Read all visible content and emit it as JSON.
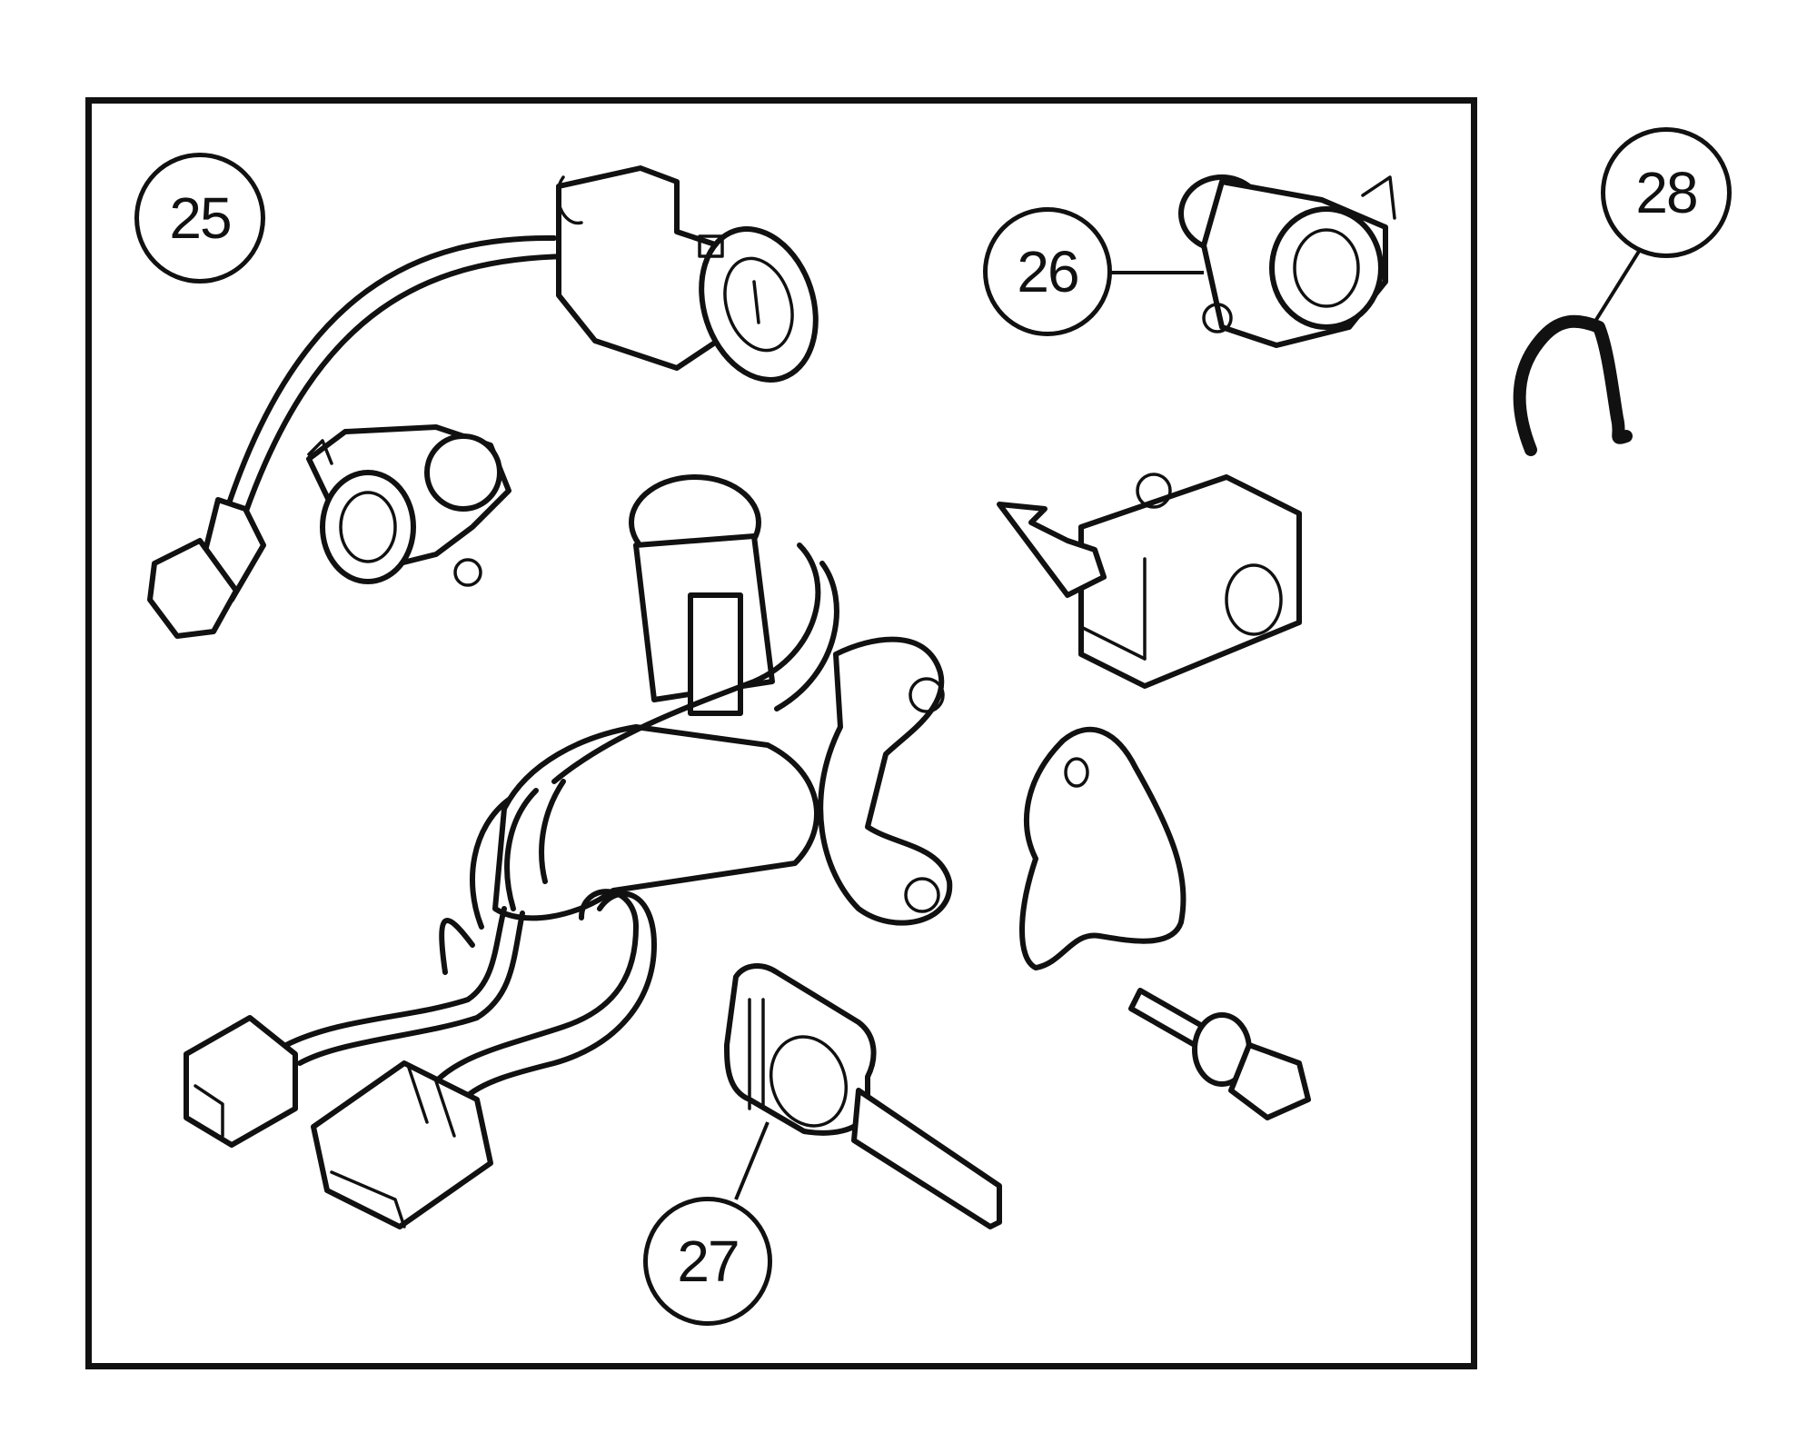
{
  "diagram": {
    "type": "exploded-parts-diagram",
    "subject": "Lock set components",
    "frame": {
      "enclosed_callout": "25"
    },
    "callouts": [
      {
        "id": "25",
        "label": "25",
        "target": "lock-set-kit (all parts in frame)"
      },
      {
        "id": "26",
        "label": "26",
        "target": "door-lock-cylinder"
      },
      {
        "id": "27",
        "label": "27",
        "target": "key"
      },
      {
        "id": "28",
        "label": "28",
        "target": "retaining-clip"
      }
    ],
    "parts": [
      "driver-door-lock-cylinder-with-harness",
      "passenger-door-lock-cylinder",
      "door-lock-cylinder-26",
      "ignition-switch-lock-with-harness",
      "glovebox-lock",
      "lock-bezel",
      "shear-bolt",
      "key-27",
      "retaining-clip-28"
    ],
    "colors": {
      "line": "#111111",
      "background": "#ffffff"
    }
  }
}
